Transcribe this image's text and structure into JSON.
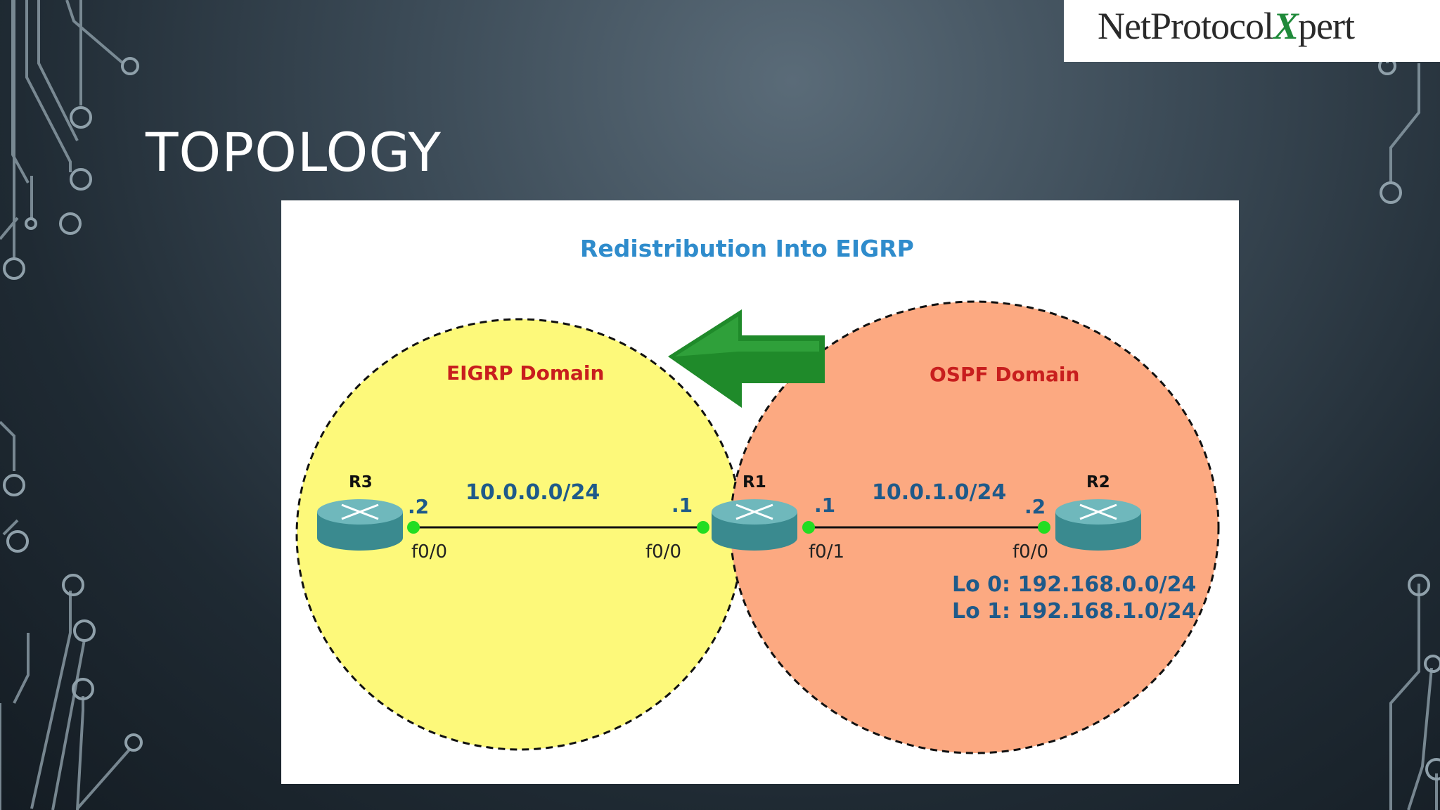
{
  "slide": {
    "title": "TOPOLOGY"
  },
  "logo": {
    "text_main": "NetProtocol",
    "text_x": "X",
    "text_end": "pert"
  },
  "diagram": {
    "title": "Redistribution Into EIGRP",
    "eigrp_domain_label": "EIGRP Domain",
    "ospf_domain_label": "OSPF Domain",
    "arrow_direction": "left",
    "colors": {
      "eigrp_fill": "#fdf97a",
      "ospf_fill": "#fca981",
      "arrow": "#1f8a2a",
      "link_dot": "#22dd22",
      "title": "#2f8ccc",
      "domain_label": "#c81e1e",
      "addr": "#1e5a8a",
      "router": "#3d8f94"
    },
    "routers": {
      "r3": "R3",
      "r1": "R1",
      "r2": "R2"
    },
    "links": [
      {
        "network": "10.0.0.0/24",
        "left_host": ".2",
        "right_host": ".1",
        "left_if": "f0/0",
        "right_if": "f0/0"
      },
      {
        "network": "10.0.1.0/24",
        "left_host": ".1",
        "right_host": ".2",
        "left_if": "f0/1",
        "right_if": "f0/0"
      }
    ],
    "loopbacks": [
      "Lo 0: 192.168.0.0/24",
      "Lo 1: 192.168.1.0/24"
    ]
  }
}
